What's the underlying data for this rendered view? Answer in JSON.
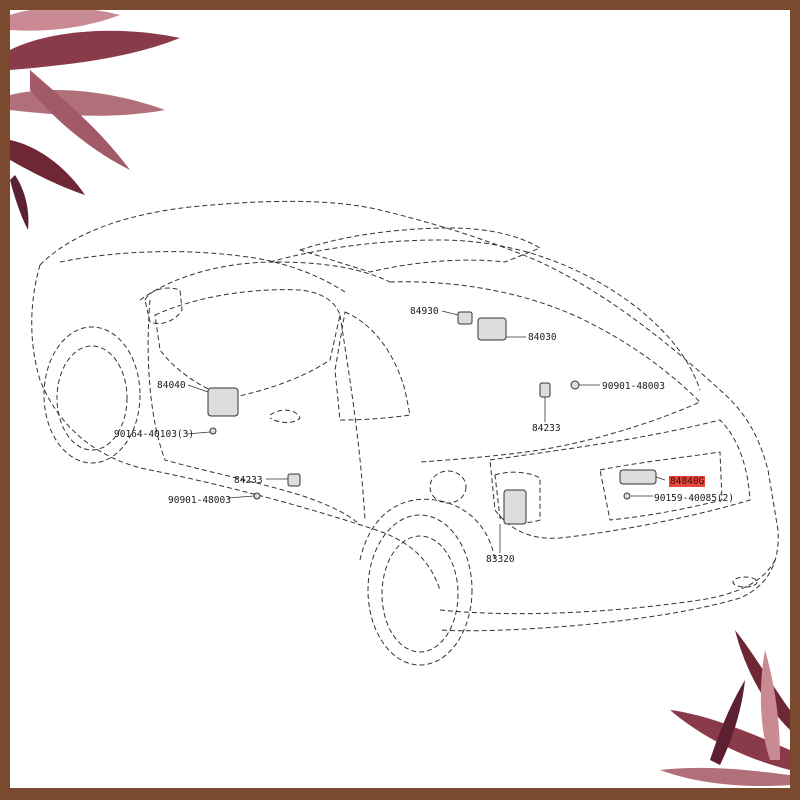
{
  "parts": [
    {
      "id": "p1",
      "number": "84930",
      "highlighted": false
    },
    {
      "id": "p2",
      "number": "84030",
      "highlighted": false
    },
    {
      "id": "p3",
      "number": "84040",
      "highlighted": false
    },
    {
      "id": "p4",
      "number": "90901-48003",
      "highlighted": false
    },
    {
      "id": "p5",
      "number": "90164-40103(3)",
      "highlighted": false
    },
    {
      "id": "p6",
      "number": "84233",
      "highlighted": false
    },
    {
      "id": "p7",
      "number": "84233",
      "highlighted": false
    },
    {
      "id": "p8",
      "number": "90901-48003",
      "highlighted": false
    },
    {
      "id": "p9",
      "number": "84840G",
      "highlighted": true
    },
    {
      "id": "p10",
      "number": "90159-40085(2)",
      "highlighted": false
    },
    {
      "id": "p11",
      "number": "83320",
      "highlighted": false
    }
  ],
  "colors": {
    "frame": "#7b4a2e",
    "paper": "#ffffff",
    "line": "#333333",
    "highlight": "#e8453c",
    "leaf_dark": "#7a2d3a",
    "leaf_light": "#c98a93"
  }
}
